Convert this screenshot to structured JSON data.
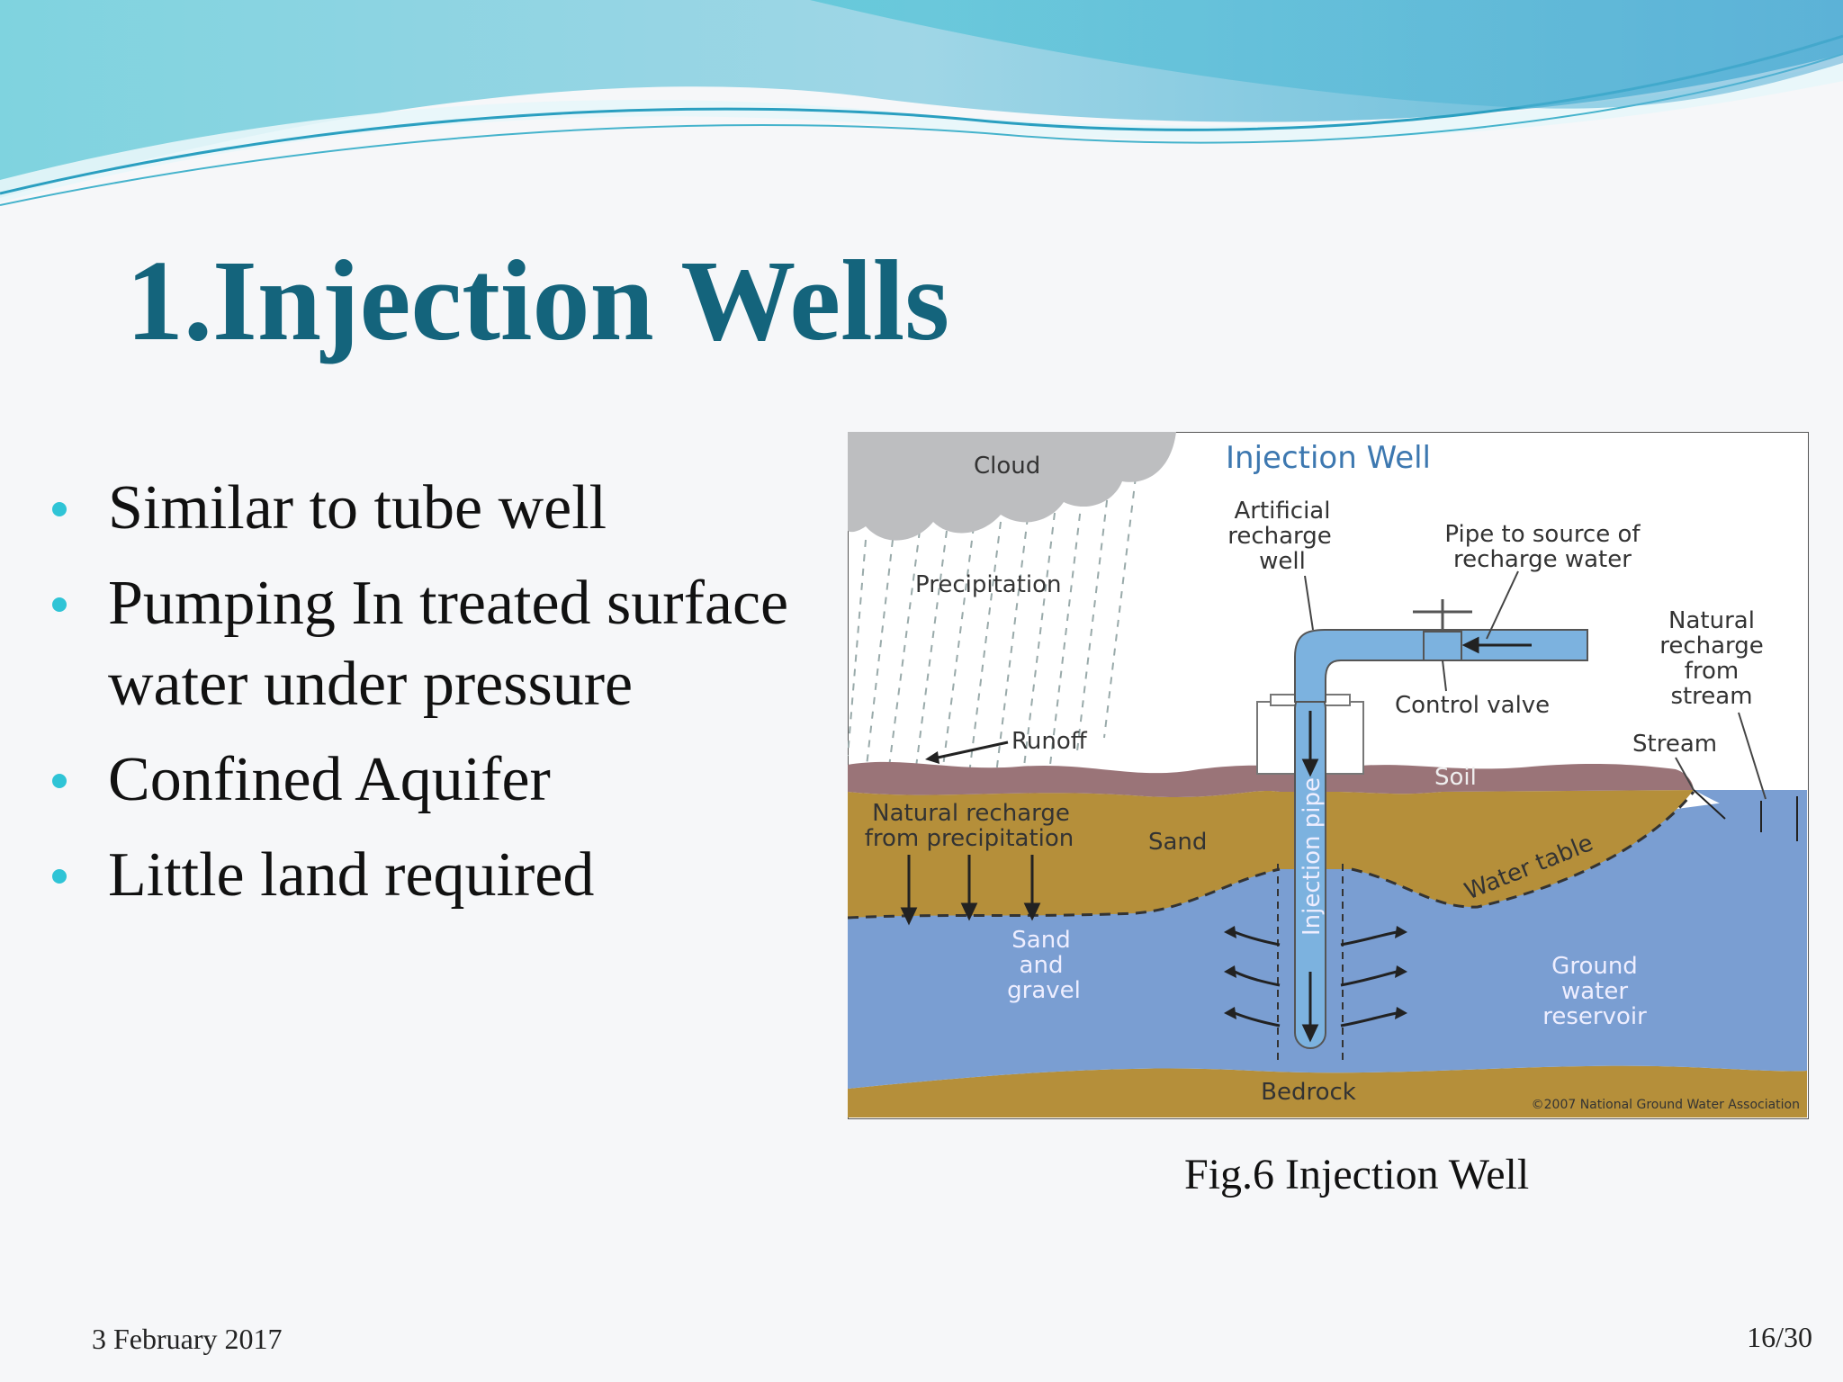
{
  "slide": {
    "title": "1.Injection Wells",
    "bullets": [
      "Similar to tube well",
      "Pumping In treated surface water under pressure",
      "Confined Aquifer",
      "Little land required"
    ],
    "caption": "Fig.6 Injection Well",
    "date": "3 February 2017",
    "page": "16/30"
  },
  "diagram": {
    "title": "Injection Well",
    "labels": {
      "cloud": "Cloud",
      "precipitation": "Precipitation",
      "artificial_1": "Artificial",
      "artificial_2": "recharge",
      "artificial_3": "well",
      "pipe_1": "Pipe to source of",
      "pipe_2": "recharge water",
      "natural_stream_1": "Natural",
      "natural_stream_2": "recharge",
      "natural_stream_3": "from",
      "natural_stream_4": "stream",
      "control_valve": "Control valve",
      "runoff": "Runoff",
      "stream": "Stream",
      "soil": "Soil",
      "natural_precip_1": "Natural recharge",
      "natural_precip_2": "from precipitation",
      "sand": "Sand",
      "injection_pipe": "Injection pipe",
      "water_table": "Water table",
      "sand_gravel_1": "Sand",
      "sand_gravel_2": "and",
      "sand_gravel_3": "gravel",
      "reservoir_1": "Ground",
      "reservoir_2": "water",
      "reservoir_3": "reservoir",
      "bedrock": "Bedrock",
      "copyright": "©2007 National Ground Water Association"
    },
    "colors": {
      "title": "#3d78b0",
      "water": "#7a9ed2",
      "sand": "#b58f3a",
      "soil": "#9a7478",
      "cloud": "#bdbec0",
      "pipe": "#7cb2df"
    }
  }
}
